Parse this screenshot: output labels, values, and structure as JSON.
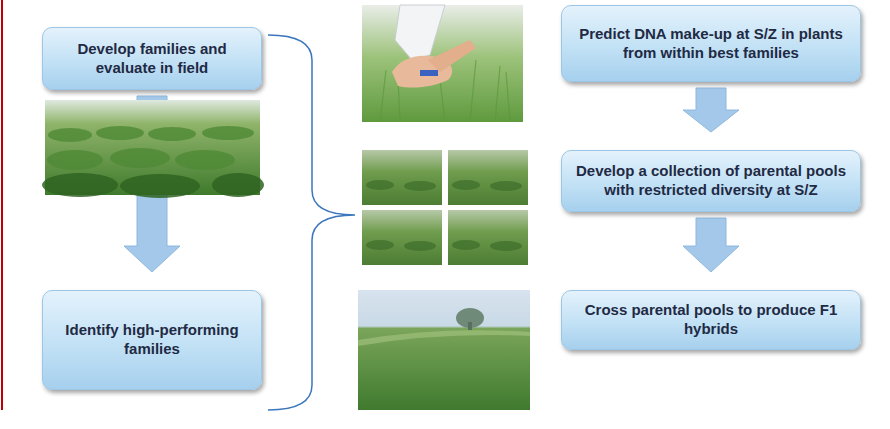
{
  "diagram": {
    "nodes": [
      {
        "text": [
          "Develop families and evaluate in field"
        ]
      },
      {
        "text": [
          "Identify high-performing families"
        ]
      },
      {
        "text": [
          "Predict DNA make-up at S/Z in plants from within best families"
        ]
      },
      {
        "text": [
          "Develop a collection of parental pools with restricted diversity at S/Z"
        ]
      },
      {
        "text": [
          "Cross parental pools to produce F1 hybrids"
        ]
      }
    ],
    "edges": [
      {
        "from": 0,
        "to": 1,
        "arrow": "to"
      },
      {
        "from": 2,
        "to": 3,
        "arrow": "to"
      },
      {
        "from": 3,
        "to": 4,
        "arrow": "to"
      }
    ]
  }
}
